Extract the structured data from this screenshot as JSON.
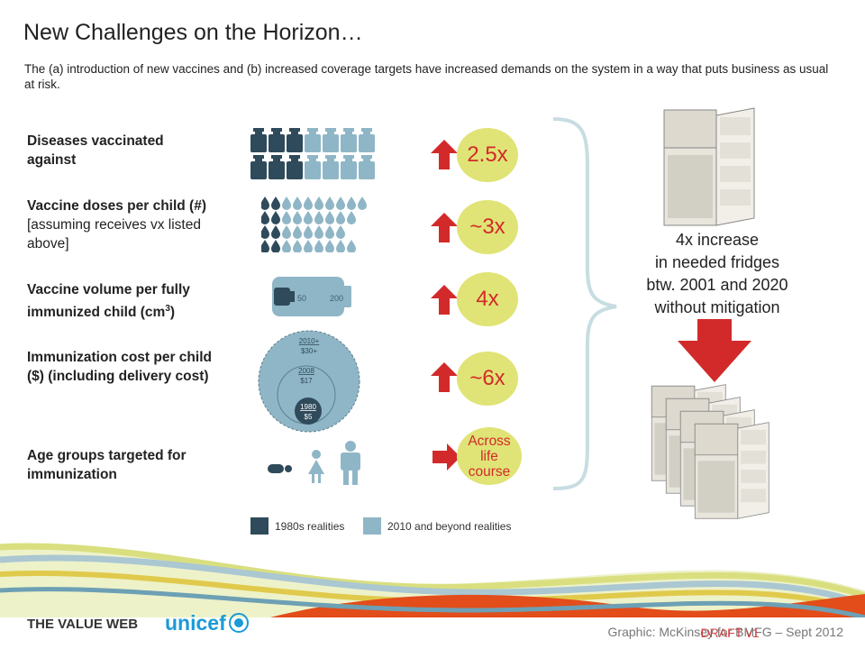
{
  "slide": {
    "title": "New Challenges on the Horizon…",
    "subtitle": "The (a) introduction of new vaccines and (b) increased coverage targets  have increased demands on the system in a way that puts business as usual at risk."
  },
  "rows": [
    {
      "label_bold": "Diseases vaccinated against",
      "label_normal": "",
      "change": "2.5x",
      "arrow": "up"
    },
    {
      "label_bold": "Vaccine doses per child (#)",
      "label_normal": " [assuming receives vx listed above]",
      "change": "~3x",
      "arrow": "up"
    },
    {
      "label_bold": "Vaccine volume per fully immunized child (cm",
      "label_sup": "3",
      "label_after": ")",
      "change": "4x",
      "arrow": "up"
    },
    {
      "label_bold": "Immunization cost per child ($) (including delivery cost)",
      "label_normal": "",
      "change": "~6x",
      "arrow": "up"
    },
    {
      "label_bold": "Age groups targeted for immunization",
      "label_normal": "",
      "change": "Across life course",
      "arrow": "right"
    }
  ],
  "bottle": {
    "tick_1": "50",
    "tick_2": "200"
  },
  "cost_circles": {
    "outer": {
      "year": "2010+",
      "value": "$30+"
    },
    "middle": {
      "year": "2008",
      "value": "$17"
    },
    "inner": {
      "year": "1980",
      "value": "$5"
    }
  },
  "legend": {
    "item_1980s": "1980s realities",
    "item_2010": "2010 and beyond realities",
    "color_1980s": "#2f4a5a",
    "color_2010": "#8fb6c6"
  },
  "fridge_summary": {
    "line1": "4x increase",
    "line2": "in needed fridges",
    "line3": "btw. 2001 and 2020",
    "line4": "without mitigation"
  },
  "footer": {
    "logo_value_web": "THE VALUE WEB",
    "logo_unicef": "unicef",
    "credit": "Graphic: McKinsey for BMFG – Sept 2012",
    "draft": "DRAFT v1"
  },
  "colors": {
    "accent_red": "#d22a2a",
    "circle_yellow": "#e0e476",
    "dark_blue": "#2f4a5a",
    "light_blue": "#8fb6c6",
    "brace": "#c7dde2"
  }
}
